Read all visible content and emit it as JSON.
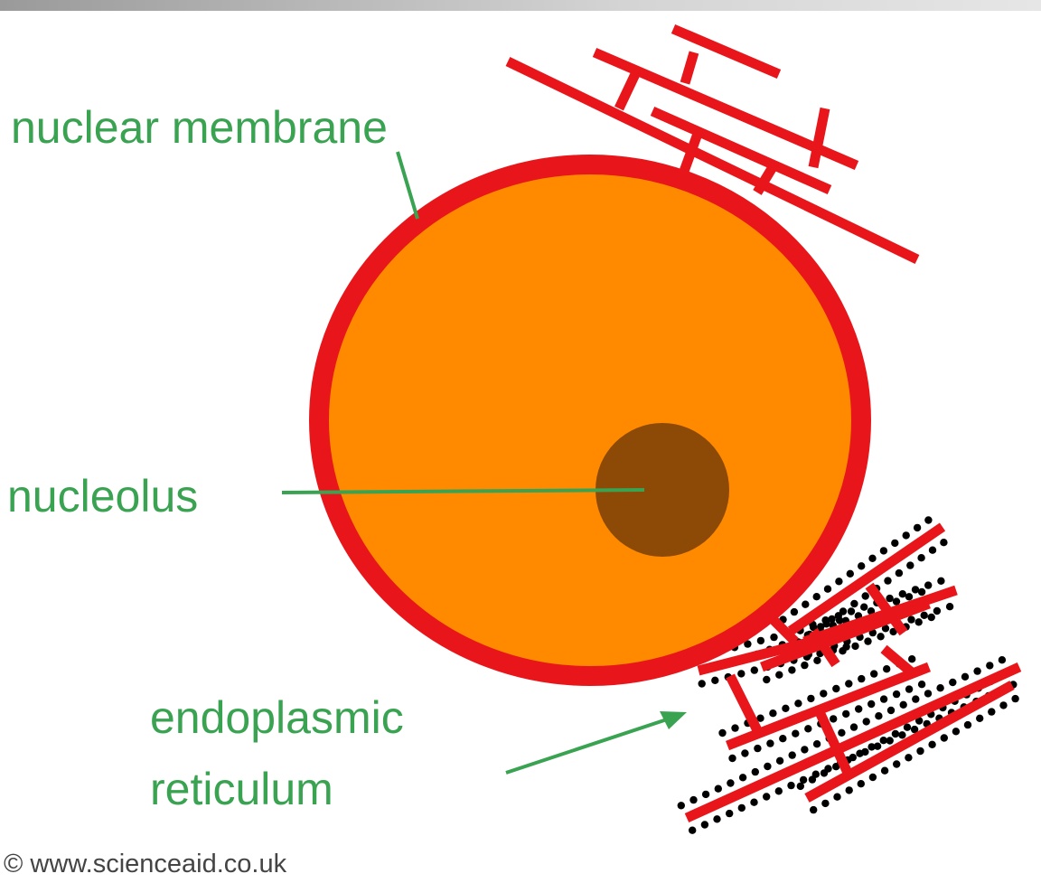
{
  "labels": {
    "nuclear_membrane": "nuclear membrane",
    "nucleolus": "nucleolus",
    "er_line1": "endoplasmic",
    "er_line2": "reticulum"
  },
  "credit": "© www.scienceaid.co.uk",
  "colors": {
    "label_green": "#3aa352",
    "membrane_red": "#e8161b",
    "nucleus_orange": "#ff8a00",
    "nucleolus_brown": "#8d4a06",
    "ribosome_black": "#000000",
    "credit_gray": "#444444"
  }
}
